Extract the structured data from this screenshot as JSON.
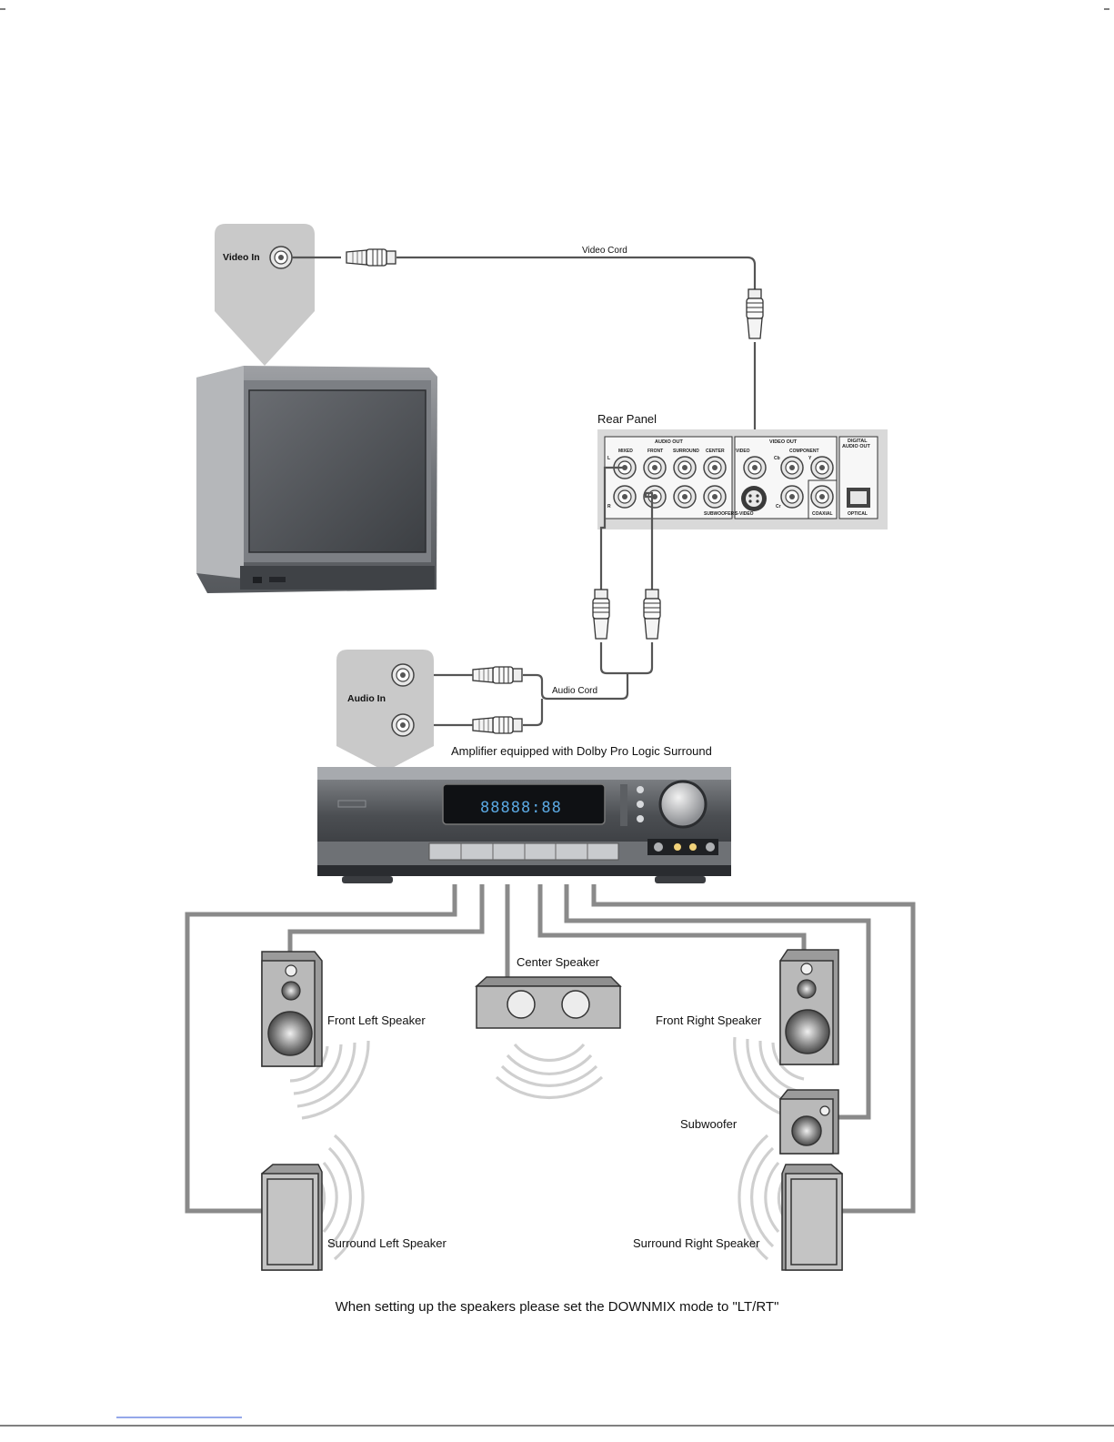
{
  "labels": {
    "video_in": "Video In",
    "video_cord": "Video Cord",
    "rear_panel": "Rear Panel",
    "audio_in": "Audio In",
    "audio_cord": "Audio Cord",
    "amplifier": "Amplifier equipped with Dolby Pro Logic Surround",
    "center_speaker": "Center Speaker",
    "front_left_speaker": "Front Left Speaker",
    "front_right_speaker": "Front Right Speaker",
    "subwoofer": "Subwoofer",
    "surround_left_speaker": "Surround Left Speaker",
    "surround_right_speaker": "Surround Right Speaker"
  },
  "rear_panel": {
    "audio_out": "AUDIO OUT",
    "video_out": "VIDEO OUT",
    "digital_audio_out_1": "DIGITAL",
    "digital_audio_out_2": "AUDIO OUT",
    "mixed": "MIXED",
    "front": "FRONT",
    "surround": "SURROUND",
    "center": "CENTER",
    "video": "VIDEO",
    "component": "COMPONENT",
    "cb": "Cb",
    "y": "Y",
    "cr": "Cr",
    "l": "L",
    "r": "R",
    "subwoofer": "SUBWOOFER",
    "s_video": "S-VIDEO",
    "coaxial": "COAXIAL",
    "optical": "OPTICAL"
  },
  "amplifier_display": "88888:88",
  "footer_note": "When setting  up  the speakers please set the DOWNMIX mode to \"LT/RT\""
}
